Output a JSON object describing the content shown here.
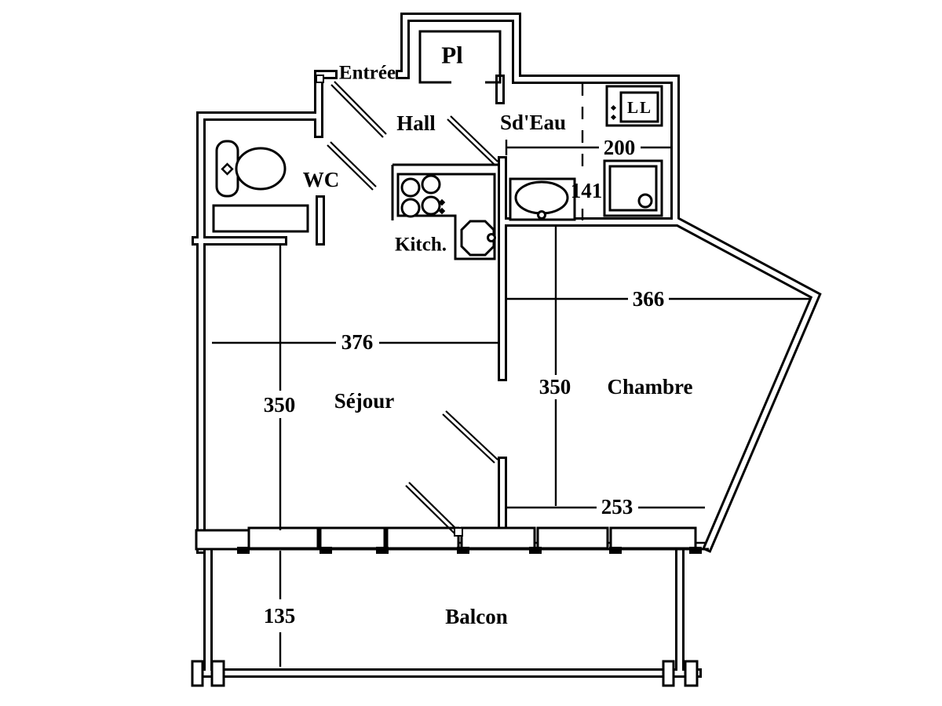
{
  "title": "Apartment floor plan",
  "colors": {
    "line": "#000000",
    "background": "#ffffff"
  },
  "rooms": {
    "entree": {
      "label": "Entrée"
    },
    "closet": {
      "label": "Pl"
    },
    "hall": {
      "label": "Hall"
    },
    "shower_room": {
      "label": "Sd'Eau"
    },
    "wc": {
      "label": "WC"
    },
    "kitchen": {
      "label": "Kitch."
    },
    "living": {
      "label": "Séjour"
    },
    "bedroom": {
      "label": "Chambre"
    },
    "balcony": {
      "label": "Balcon"
    }
  },
  "appliances": {
    "washing_machine": {
      "label": "LL"
    }
  },
  "dimensions": {
    "shower_room_width": {
      "value": "200"
    },
    "washbasin_width": {
      "value": "141"
    },
    "bedroom_width": {
      "value": "366"
    },
    "living_width": {
      "value": "376"
    },
    "living_depth": {
      "value": "350"
    },
    "bedroom_depth": {
      "value": "350"
    },
    "bedroom_lower_width": {
      "value": "253"
    },
    "balcony_depth": {
      "value": "135"
    }
  }
}
